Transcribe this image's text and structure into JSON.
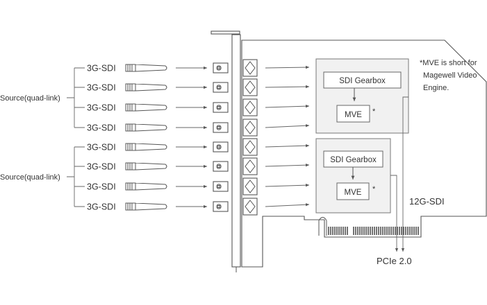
{
  "diagram": {
    "source_groups": [
      {
        "label": "Source(quad-link)"
      },
      {
        "label": "Source(quad-link)"
      }
    ],
    "inputs": [
      "3G-SDI",
      "3G-SDI",
      "3G-SDI",
      "3G-SDI",
      "3G-SDI",
      "3G-SDI",
      "3G-SDI",
      "3G-SDI"
    ],
    "chips": [
      {
        "gearbox": "SDI Gearbox",
        "mve": "MVE",
        "mark": "*"
      },
      {
        "gearbox": "SDI Gearbox",
        "mve": "MVE",
        "mark": "*"
      }
    ],
    "note": [
      "*MVE is short for",
      "Magewell Video",
      "Engine."
    ],
    "output_label": "12G-SDI",
    "bus_label": "PCIe 2.0"
  }
}
